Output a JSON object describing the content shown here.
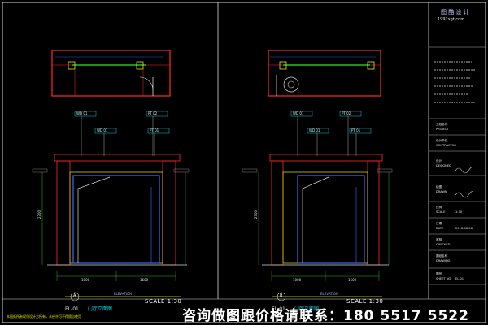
{
  "stamp": {
    "brand": "图 酷 设 计",
    "site": "1992xgt.com"
  },
  "left_view": {
    "marker": "A",
    "code": "EL-01",
    "title": "门厅立面图",
    "elevation_label": "ELEVATION",
    "scale": "SCALE 1:30"
  },
  "right_view": {
    "marker": "B",
    "code": "EL-01",
    "title": "门厅立面图",
    "elevation_label": "ELEVATION",
    "scale": "SCALE 1:30"
  },
  "tags": {
    "top_left_a": [
      "WD",
      "01"
    ],
    "top_left_b": [
      "PT",
      "02"
    ],
    "top_left_c": [
      "WD",
      "01"
    ],
    "top_left_d": [
      "PT",
      "01"
    ],
    "top_right_a": [
      "WD",
      "01"
    ],
    "top_right_b": [
      "PT",
      "02"
    ],
    "top_right_c": [
      "WD",
      "01"
    ],
    "top_right_d": [
      "PT",
      "01"
    ]
  },
  "dims": {
    "h_left": "2300",
    "w_left_a": "1000",
    "w_left_b": "1600",
    "h_right": "2300",
    "w_right_a": "1000",
    "w_right_b": "1600"
  },
  "title_block": {
    "project_label": "工程名称",
    "project_en": "PROJECT",
    "contractor_label": "设计单位",
    "contractor_en": "CONTRACTOR",
    "designer_label": "设计",
    "designer_en": "DESIGNED",
    "drawn_label": "绘图",
    "drawn_en": "DRAWN",
    "scale_label": "比例",
    "scale_en": "SCALE",
    "scale_value": "1:30",
    "date_label": "日期",
    "date_en": "DATE",
    "date_value": "2018-08-08",
    "check_label": "审核",
    "check_en": "CHECKED",
    "drawing_label": "图纸名称",
    "drawing_en": "DRAWING",
    "drawing_no": "EL-01",
    "sheet_label": "图号",
    "sheet_en": "SHEET NO."
  },
  "footer": {
    "contact": "咨询做图跟价格请联系：180 5517 5522",
    "note": "本图纸所有权归设计方所有，未经许可不得擅自使用"
  },
  "colors": {
    "background": "#000000",
    "border": "#d8d8d8",
    "cyan": "#00d0e8",
    "red": "#ff2a2a",
    "green": "#35e035",
    "yellow": "#e8e800",
    "blue": "#3a6cff",
    "magenta": "#ff40ff"
  }
}
